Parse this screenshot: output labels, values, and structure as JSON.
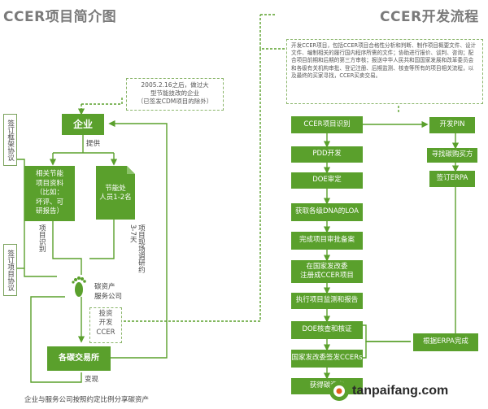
{
  "left": {
    "title": "CCER项目简介图",
    "note": "2005.2.16之后，做过大\n型节能技改的企业\n（已签发CDM项目的除外）",
    "enterprise": "企业",
    "provide": "提供",
    "doc_box": "相关节能\n项目资料\n（比如：\n坏评、可\n研报告）",
    "dept_box": "节能处\n人员1-2名",
    "project_identify": "项目识别",
    "site_visit": "项目现场调研约3-7天",
    "sign_framework": "签订框架协议",
    "sign_project": "签订项目协议",
    "carbon_company": "碳资产\n服务公司",
    "invest_box": "投资\n开发\nCCER",
    "exchange": "各碳交易所",
    "realize": "变现",
    "bottom_caption": "企业与服务公司按照约定比例分享碳资产"
  },
  "right": {
    "title": "CCER开发流程",
    "description": "开发CCER项目，包括CCER项目合格性分析和判断、制作项目概要文件、设计文件、编制相关的履行国内程序所需的文件；协助进行报价、谈判、咨询；配合项目前期和后期的第三方审核；报送中华人民共和国国家发展和改革委员会和各级有关机构审批、登记注册、后期监测、核查等所有的项目相关流程，以及最终的买家寻找，CCER买卖交易。",
    "steps": [
      "CCER项目识别",
      "PDD开发",
      "DOE审定",
      "获取各级DNA的LOA",
      "完成项目审批备案",
      "在国家发改委\n注册成CCER项目",
      "执行项目监测和报告",
      "DOE核查和核证",
      "国家发改委签发CCERs",
      "获得碳资产"
    ],
    "side_steps": [
      "开发PIN",
      "寻找碳购买方",
      "签订ERPA"
    ],
    "erpa_done": "根据ERPA完成"
  },
  "watermark": {
    "text": "tanpaifang.com"
  },
  "colors": {
    "green": "#5aa02c",
    "line": "#5aa02c",
    "title": "#7a7a7a"
  },
  "icons": [
    "footprint-icon",
    "watermark-logo-icon"
  ]
}
